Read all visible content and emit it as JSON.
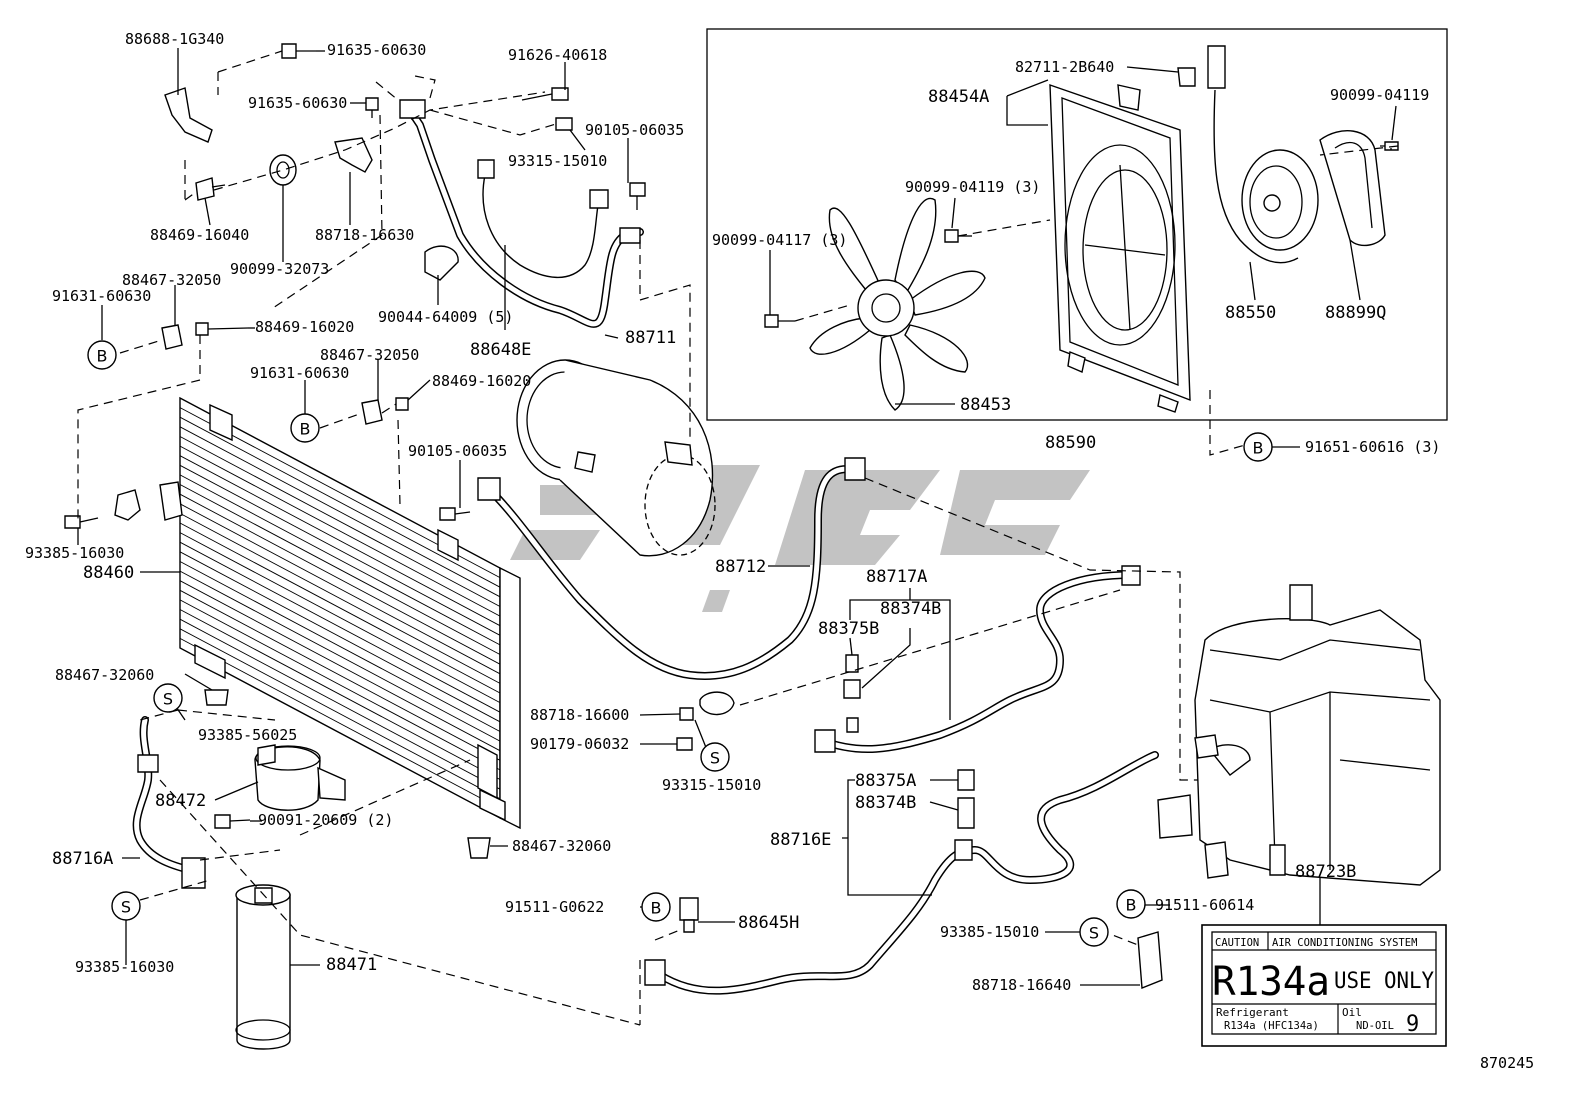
{
  "diagram_id": "870245",
  "labels": {
    "p88688": "88688-1G340",
    "p91635a": "91635-60630",
    "p91626": "91626-40618",
    "p91635b": "91635-60630",
    "p90105a": "90105-06035",
    "p93315a": "93315-15010",
    "p88469a": "88469-16040",
    "p88718a": "88718-16630",
    "p90099a": "90099-32073",
    "p88467a": "88467-32050",
    "p91631a": "91631-60630",
    "p88469b": "88469-16020",
    "p90044": "90044-64009 (5)",
    "p88648E": "88648E",
    "p88711": "88711",
    "p88467b": "88467-32050",
    "p91631b": "91631-60630",
    "p88469c": "88469-16020",
    "p90105b": "90105-06035",
    "p93385a": "93385-16030",
    "p88460": "88460",
    "p88712": "88712",
    "p88717A": "88717A",
    "p88374Ba": "88374B",
    "p88375Ba": "88375B",
    "p88467c": "88467-32060",
    "p93385b": "93385-56025",
    "p88718b": "88718-16600",
    "p90179": "90179-06032",
    "p93315b": "93315-15010",
    "p88472": "88472",
    "p90091": "90091-20609 (2)",
    "p88467d": "88467-32060",
    "p88716A": "88716A",
    "p88375A": "88375A",
    "p88374Bb": "88374B",
    "p88716E": "88716E",
    "p91511a": "91511-G0622",
    "p88645H": "88645H",
    "p93385c": "93385-15010",
    "p91511b": "91511-60614",
    "p93385d": "93385-16030",
    "p88471": "88471",
    "p88718c": "88718-16640",
    "p88723B": "88723B",
    "p82711": "82711-2B640",
    "p88454A": "88454A",
    "p90099b": "90099-04119",
    "p90099c": "90099-04119 (3)",
    "p90099d": "90099-04117 (3)",
    "p88550": "88550",
    "p88899Q": "88899Q",
    "p88453": "88453",
    "p88590": "88590",
    "p91651": "91651-60616 (3)"
  },
  "markers": {
    "b": "B",
    "s": "S"
  },
  "caution_tag": {
    "caution": "CAUTION",
    "system": "AIR CONDITIONING SYSTEM",
    "refrigerant_code": "R134a",
    "use_only": "USE ONLY",
    "refrigerant_label": "Refrigerant",
    "refrigerant_name": "R134a (HFC134a)",
    "oil_label": "Oil",
    "oil_value": "ND-OIL",
    "oil_grade": "9"
  }
}
